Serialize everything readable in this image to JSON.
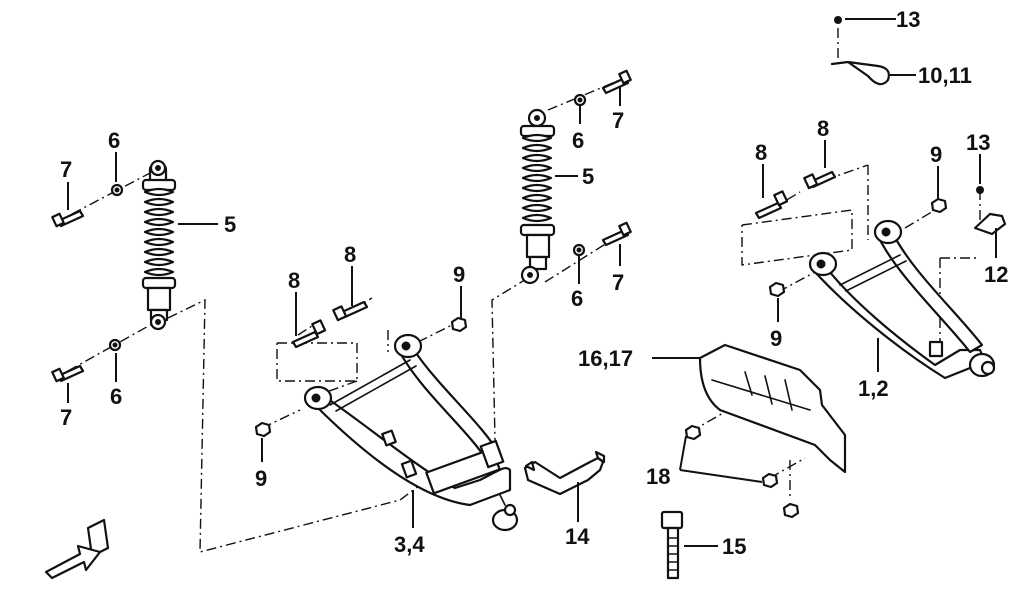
{
  "diagram": {
    "callouts": {
      "c_13_top": "13",
      "c_10_11": "10,11",
      "c_7_left_top": "7",
      "c_6_left_top": "6",
      "c_5_left": "5",
      "c_7_left_bottom": "7",
      "c_6_left_bottom": "6",
      "c_7_mid_top": "7",
      "c_6_mid_top": "6",
      "c_5_mid": "5",
      "c_6_mid_bottom": "6",
      "c_7_mid_bottom": "7",
      "c_8_center_left": "8",
      "c_8_center_right": "8",
      "c_9_center_top": "9",
      "c_9_center_bottom": "9",
      "c_3_4": "3,4",
      "c_14": "14",
      "c_8_right_left": "8",
      "c_8_right_right": "8",
      "c_9_right_top": "9",
      "c_13_right": "13",
      "c_12": "12",
      "c_9_right_bottom": "9",
      "c_1_2": "1,2",
      "c_16_17": "16,17",
      "c_18": "18",
      "c_15": "15"
    },
    "colors": {
      "line": "#111111",
      "paper": "#ffffff"
    },
    "icons": [
      "front-direction-arrow-icon"
    ]
  }
}
